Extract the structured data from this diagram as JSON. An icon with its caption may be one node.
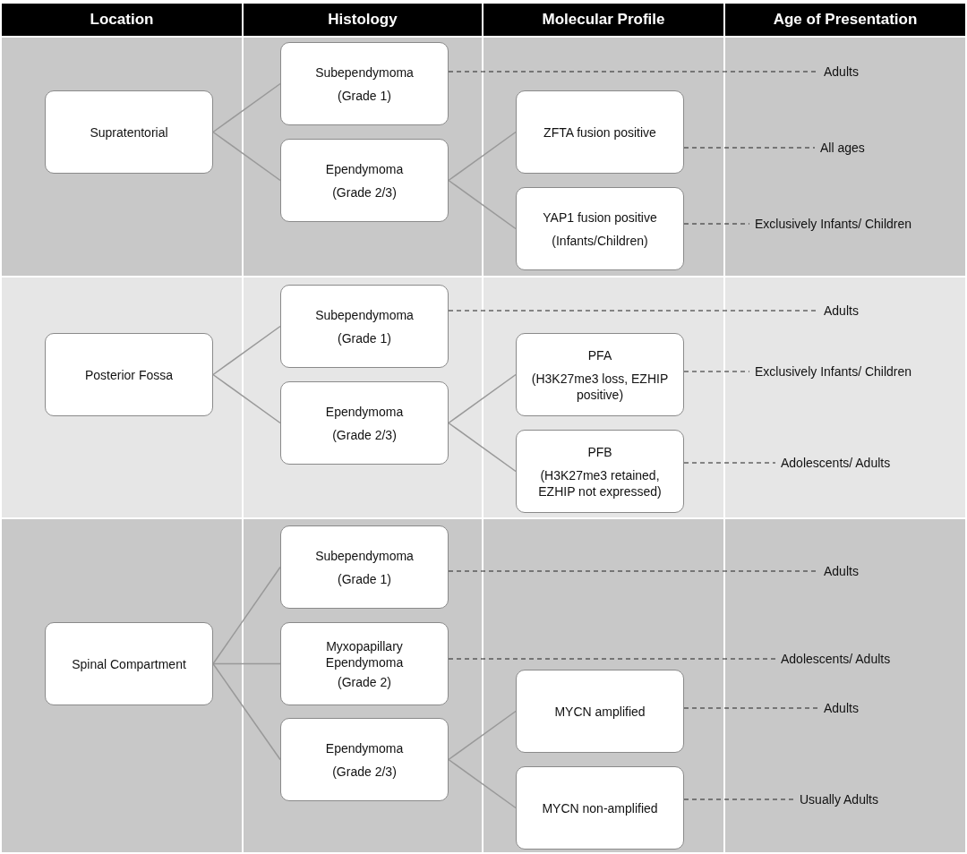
{
  "diagram": {
    "nodes": [
      {
        "text": [
          "Location"
        ]
      },
      {
        "text": [
          "Histology"
        ]
      },
      {
        "text": [
          "Molecular Profile"
        ]
      },
      {
        "text": [
          "Age of Presentation"
        ]
      },
      {
        "text": [
          "Supratentorial"
        ]
      },
      {
        "text": [
          "Subependymoma",
          "(Grade 1)"
        ]
      },
      {
        "text": [
          "Ependymoma",
          "(Grade 2/3)"
        ]
      },
      {
        "text": [
          "ZFTA fusion positive"
        ]
      },
      {
        "text": [
          "YAP1 fusion positive",
          "(Infants/Children)"
        ]
      },
      {
        "text": [
          "Adults"
        ]
      },
      {
        "text": [
          "All ages"
        ]
      },
      {
        "text": [
          "Exclusively Infants/ Children"
        ]
      },
      {
        "text": [
          "Posterior Fossa"
        ]
      },
      {
        "text": [
          "Subependymoma",
          "(Grade 1)"
        ]
      },
      {
        "text": [
          "Ependymoma",
          "(Grade 2/3)"
        ]
      },
      {
        "text": [
          "PFA",
          "(H3K27me3 loss, EZHIP positive)"
        ]
      },
      {
        "text": [
          "PFB",
          "(H3K27me3 retained, EZHIP not expressed)"
        ]
      },
      {
        "text": [
          "Adults"
        ]
      },
      {
        "text": [
          "Exclusively Infants/ Children"
        ]
      },
      {
        "text": [
          "Adolescents/ Adults"
        ]
      },
      {
        "text": [
          "Spinal Compartment"
        ]
      },
      {
        "text": [
          "Subependymoma",
          "(Grade 1)"
        ]
      },
      {
        "text": [
          "Myxopapillary Ependymoma",
          "(Grade 2)"
        ]
      },
      {
        "text": [
          "Ependymoma",
          "(Grade 2/3)"
        ]
      },
      {
        "text": [
          "MYCN amplified"
        ]
      },
      {
        "text": [
          "MYCN non-amplified"
        ]
      },
      {
        "text": [
          "Adults"
        ]
      },
      {
        "text": [
          "Adolescents/ Adults"
        ]
      },
      {
        "text": [
          "Adults"
        ]
      },
      {
        "text": [
          "Usually Adults"
        ]
      }
    ],
    "edges": [
      {
        "from": 4,
        "to": 5,
        "arrow": "none"
      },
      {
        "from": 4,
        "to": 6,
        "arrow": "none"
      },
      {
        "from": 6,
        "to": 7,
        "arrow": "none"
      },
      {
        "from": 6,
        "to": 8,
        "arrow": "none"
      },
      {
        "from": 5,
        "to": 9,
        "arrow": "none",
        "style": "dashed",
        "color": "#222222"
      },
      {
        "from": 7,
        "to": 10,
        "arrow": "none",
        "style": "dashed",
        "color": "#222222"
      },
      {
        "from": 8,
        "to": 11,
        "arrow": "none",
        "style": "dashed",
        "color": "#222222"
      },
      {
        "from": 12,
        "to": 13,
        "arrow": "none"
      },
      {
        "from": 12,
        "to": 14,
        "arrow": "none"
      },
      {
        "from": 14,
        "to": 15,
        "arrow": "none"
      },
      {
        "from": 14,
        "to": 16,
        "arrow": "none"
      },
      {
        "from": 13,
        "to": 17,
        "arrow": "none",
        "style": "dashed",
        "color": "#222222"
      },
      {
        "from": 15,
        "to": 18,
        "arrow": "none",
        "style": "dashed",
        "color": "#222222"
      },
      {
        "from": 16,
        "to": 19,
        "arrow": "none",
        "style": "dashed",
        "color": "#222222"
      },
      {
        "from": 20,
        "to": 21,
        "arrow": "none"
      },
      {
        "from": 20,
        "to": 22,
        "arrow": "none"
      },
      {
        "from": 20,
        "to": 23,
        "arrow": "none"
      },
      {
        "from": 23,
        "to": 24,
        "arrow": "none"
      },
      {
        "from": 23,
        "to": 25,
        "arrow": "none"
      },
      {
        "from": 21,
        "to": 26,
        "arrow": "none",
        "style": "dashed",
        "color": "#222222"
      },
      {
        "from": 22,
        "to": 27,
        "arrow": "none",
        "style": "dashed",
        "color": "#222222"
      },
      {
        "from": 24,
        "to": 28,
        "arrow": "none",
        "style": "dashed",
        "color": "#222222"
      },
      {
        "from": 25,
        "to": 29,
        "arrow": "none",
        "style": "dashed",
        "color": "#222222"
      }
    ]
  }
}
